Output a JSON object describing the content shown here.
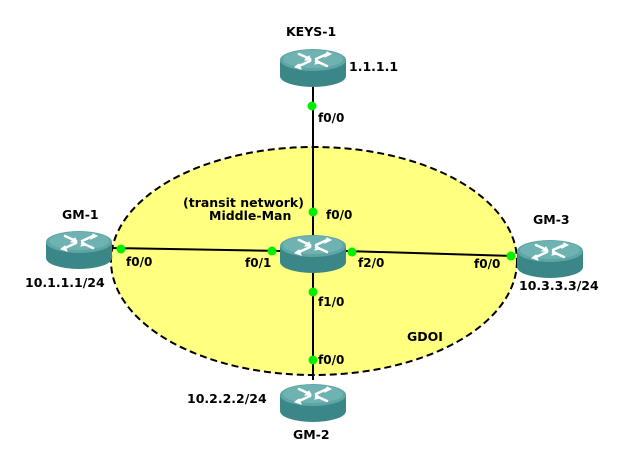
{
  "diagram": {
    "zone": {
      "label": "GDOI",
      "fill": "#ffff80",
      "border": "dashed"
    },
    "colors": {
      "router_body": "#3c8a8a",
      "router_top": "#6fb0b0",
      "link": "#000000",
      "port": "#00ee00"
    },
    "routers": [
      {
        "id": "keys1",
        "name": "KEYS-1",
        "ip": "1.1.1.1",
        "icon": "router-icon"
      },
      {
        "id": "mm",
        "name": "Middle-Man",
        "note": "(transit network)",
        "icon": "router-icon"
      },
      {
        "id": "gm1",
        "name": "GM-1",
        "ip": "10.1.1.1/24",
        "icon": "router-icon"
      },
      {
        "id": "gm2",
        "name": "GM-2",
        "ip": "10.2.2.2/24",
        "icon": "router-icon"
      },
      {
        "id": "gm3",
        "name": "GM-3",
        "ip": "10.3.3.3/24",
        "icon": "router-icon"
      }
    ],
    "links": [
      {
        "a": "keys1",
        "a_if": "f0/0",
        "b": "mm",
        "b_if": "f0/0"
      },
      {
        "a": "gm1",
        "a_if": "f0/0",
        "b": "mm",
        "b_if": "f0/1"
      },
      {
        "a": "mm",
        "a_if": "f2/0",
        "b": "gm3",
        "b_if": "f0/0"
      },
      {
        "a": "mm",
        "a_if": "f1/0",
        "b": "gm2",
        "b_if": "f0/0"
      }
    ]
  }
}
